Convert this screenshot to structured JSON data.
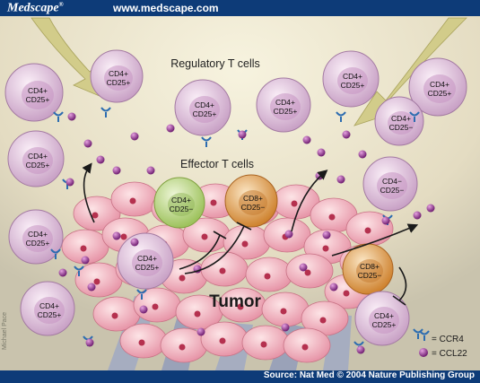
{
  "header": {
    "brand": "Medscape",
    "brand_mark": "®",
    "url": "www.medscape.com"
  },
  "footer": {
    "source": "Source: Nat Med © 2004 Nature Publishing Group"
  },
  "diagram": {
    "regulatory_label": "Regulatory T cells",
    "effector_label": "Effector T cells",
    "tumor_label": "Tumor",
    "artist_credit": "Michael Pace",
    "legend": {
      "ccr4": "= CCR4",
      "ccl22": "= CCL22"
    },
    "colors": {
      "tumor": "#f2aab8",
      "treg_cell": "#e6c4e0",
      "nucleus": "#c693c2",
      "green_cell": "#b8d484",
      "orange_cell": "#d89040",
      "chemokine": "#8a2a8a",
      "receptor": "#2c6cb0",
      "background": "#e9e1c8"
    },
    "cells": [
      {
        "top": "CD4+",
        "bottom": "CD25+"
      },
      {
        "top": "CD4+",
        "bottom": "CD25+"
      },
      {
        "top": "CD4+",
        "bottom": "CD25+"
      },
      {
        "top": "CD4+",
        "bottom": "CD25+"
      },
      {
        "top": "CD4+",
        "bottom": "CD25+"
      },
      {
        "top": "CD4+",
        "bottom": "CD25+"
      },
      {
        "top": "CD4+",
        "bottom": "CD25+"
      },
      {
        "top": "CD4+",
        "bottom": "CD25+"
      },
      {
        "top": "CD4+",
        "bottom": "CD25+"
      },
      {
        "top": "CD4+",
        "bottom": "CD25+"
      },
      {
        "top": "CD4+",
        "bottom": "CD25−"
      },
      {
        "top": "CD8+",
        "bottom": "CD25−"
      },
      {
        "top": "CD4+",
        "bottom": "CD25−"
      },
      {
        "top": "CD4−",
        "bottom": "CD25−"
      },
      {
        "top": "CD8+",
        "bottom": "CD25−"
      },
      {
        "top": "CD4+",
        "bottom": "CD25+"
      }
    ]
  }
}
